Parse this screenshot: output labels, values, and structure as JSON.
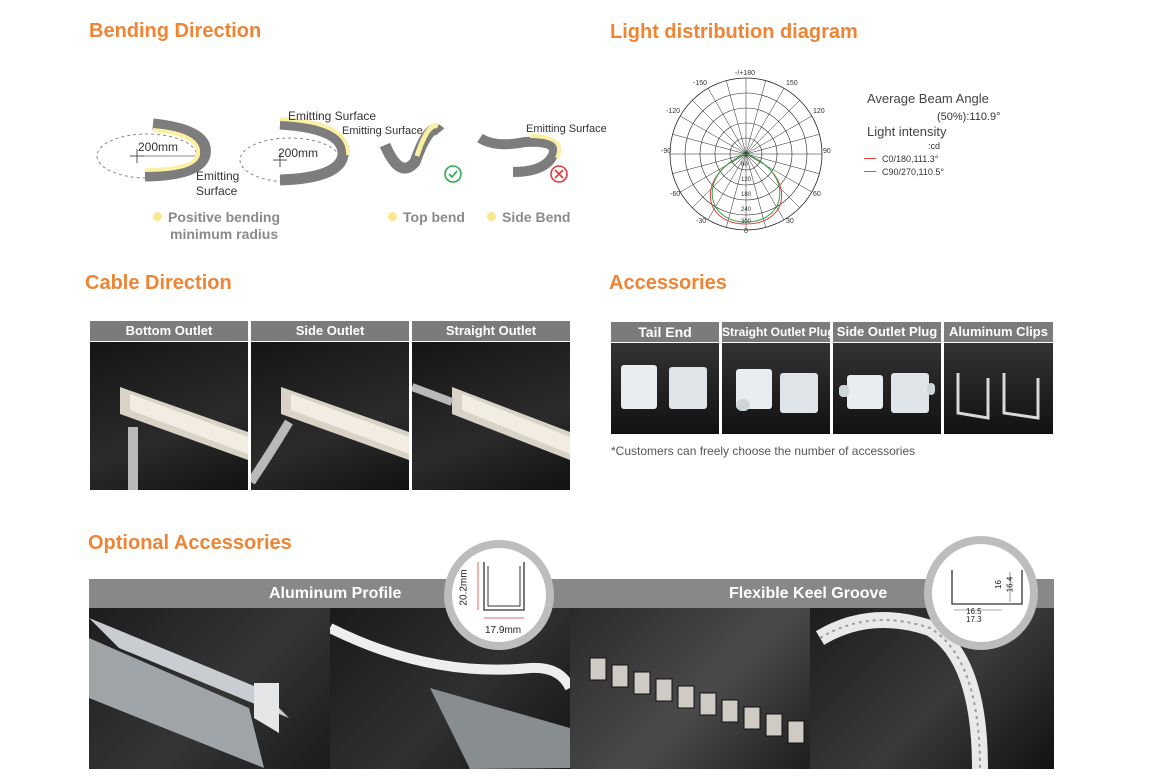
{
  "bending": {
    "title": "Bending Direction",
    "radius_1": "200mm",
    "radius_2": "200mm",
    "emitting_surface_1": "Emitting",
    "emitting_surface_1b": "Surface",
    "emitting_surface_2": "Emitting Surface",
    "emitting_surface_3": "Emitting Surface",
    "emitting_surface_4": "Emitting Surface",
    "positive_label_1": "Positive bending",
    "positive_label_2": "minimum radius",
    "top_bend": "Top bend",
    "side_bend": "Side Bend",
    "colors": {
      "strip": "#7d7d7d",
      "emitting": "#fbf0a2",
      "ok": "#2aa94a",
      "bad": "#e23a3a"
    },
    "icons": [
      "check-circle-icon",
      "cross-circle-icon"
    ]
  },
  "light": {
    "title": "Light distribution diagram",
    "beam_angle_title": "Average Beam Angle",
    "beam_angle_value": "(50%):110.9°",
    "intensity_title": "Light intensity",
    "intensity_unit": ":cd",
    "legend_c0": "C0/180,111.3°",
    "legend_c90": "C90/270,110.5°",
    "angle_labels": {
      "top": "-/+180",
      "t150l": "-150",
      "t150r": "150",
      "t120l": "-120",
      "t120r": "120",
      "m90l": "-90",
      "m90r": "90",
      "b60l": "-60",
      "b60r": "60",
      "b30l": "-30",
      "b30r": "30",
      "bottom": "0"
    },
    "radial_labels": [
      "60",
      "120",
      "180",
      "240",
      "300"
    ],
    "colors": {
      "c0": "#e03a3a",
      "c90": "#2ea84a"
    }
  },
  "cable": {
    "title": "Cable Direction",
    "tabs": [
      "Bottom Outlet",
      "Side Outlet",
      "Straight Outlet"
    ]
  },
  "accessories": {
    "title": "Accessories",
    "tabs": [
      "Tail End",
      "Straight Outlet Plug",
      "Side Outlet Plug",
      "Aluminum Clips"
    ],
    "note": "*Customers can freely choose the number of accessories"
  },
  "optional": {
    "title": "Optional Accessories",
    "profile_label": "Aluminum Profile",
    "keel_label": "Flexible Keel  Groove",
    "profile_height": "20.2mm",
    "profile_width": "17.9mm",
    "keel_dim_1": "16",
    "keel_dim_2": "16.4",
    "keel_dim_3": "16.5",
    "keel_dim_4": "17.3"
  }
}
